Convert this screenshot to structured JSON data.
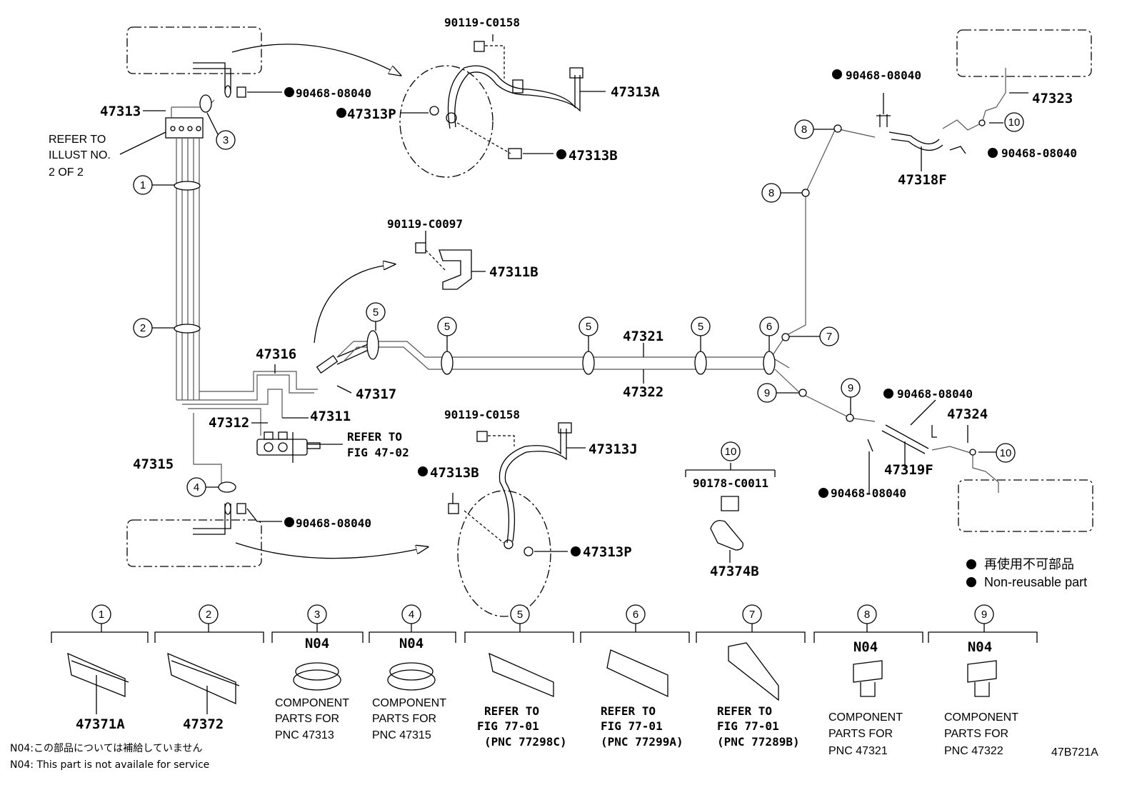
{
  "diagram": {
    "parts": {
      "p47313": "47313",
      "p47313A": "47313A",
      "p47313P_top": "47313P",
      "p47313B_top": "47313B",
      "p47313J": "47313J",
      "p47313B_bot": "47313B",
      "p47313P_bot": "47313P",
      "p47311B": "47311B",
      "p47316": "47316",
      "p47317": "47317",
      "p47312": "47312",
      "p47311": "47311",
      "p47315": "47315",
      "p47321": "47321",
      "p47322": "47322",
      "p47323": "47323",
      "p47318F": "47318F",
      "p47324": "47324",
      "p47319F": "47319F",
      "p47374B": "47374B",
      "b90119_top": "90119-C0158",
      "b90119_mid": "90119-C0097",
      "b90119_bot": "90119-C0158",
      "c90178": "90178-C0011",
      "c90468_tl": "90468-08040",
      "c90468_bl": "90468-08040",
      "c90468_tr1": "90468-08040",
      "c90468_tr2": "90468-08040",
      "c90468_r1": "90468-08040",
      "c90468_r2": "90468-08040"
    },
    "refer_illust": [
      "REFER TO",
      "ILLUST NO.",
      "2 OF 2"
    ],
    "refer_fig4702": [
      "REFER TO",
      "FIG 47-02"
    ],
    "callouts": {
      "c1": "1",
      "c2": "2",
      "c3": "3",
      "c4": "4",
      "c5a": "5",
      "c5b": "5",
      "c5c": "5",
      "c5d": "5",
      "c6": "6",
      "c7": "7",
      "c8a": "8",
      "c8b": "8",
      "c9a": "9",
      "c9b": "9",
      "c10a": "10",
      "c10b": "10",
      "c10c": "10"
    },
    "legend": {
      "jp": "再使用不可部品",
      "en": "Non-reusable part"
    },
    "bottom": [
      {
        "num": "1",
        "top": "",
        "lines": [
          "47371A"
        ]
      },
      {
        "num": "2",
        "top": "",
        "lines": [
          "47372"
        ]
      },
      {
        "num": "3",
        "top": "N04",
        "lines": [
          "COMPONENT",
          "PARTS FOR",
          "PNC 47313"
        ]
      },
      {
        "num": "4",
        "top": "N04",
        "lines": [
          "COMPONENT",
          "PARTS FOR",
          "PNC 47315"
        ]
      },
      {
        "num": "5",
        "top": "",
        "lines": [
          "REFER TO",
          "FIG 77-01",
          "(PNC 77298C)"
        ]
      },
      {
        "num": "6",
        "top": "",
        "lines": [
          "REFER TO",
          "FIG 77-01",
          "(PNC 77299A)"
        ]
      },
      {
        "num": "7",
        "top": "",
        "lines": [
          "REFER TO",
          "FIG 77-01",
          "(PNC 77289B)"
        ]
      },
      {
        "num": "8",
        "top": "N04",
        "lines": [
          "COMPONENT",
          "PARTS FOR",
          "PNC 47321"
        ]
      },
      {
        "num": "9",
        "top": "N04",
        "lines": [
          "COMPONENT",
          "PARTS FOR",
          "PNC 47322"
        ]
      }
    ],
    "notes": {
      "jp": "N04:この部品については補給していません",
      "en": "N04: This part is not availale for service"
    },
    "code": "47B721A"
  }
}
